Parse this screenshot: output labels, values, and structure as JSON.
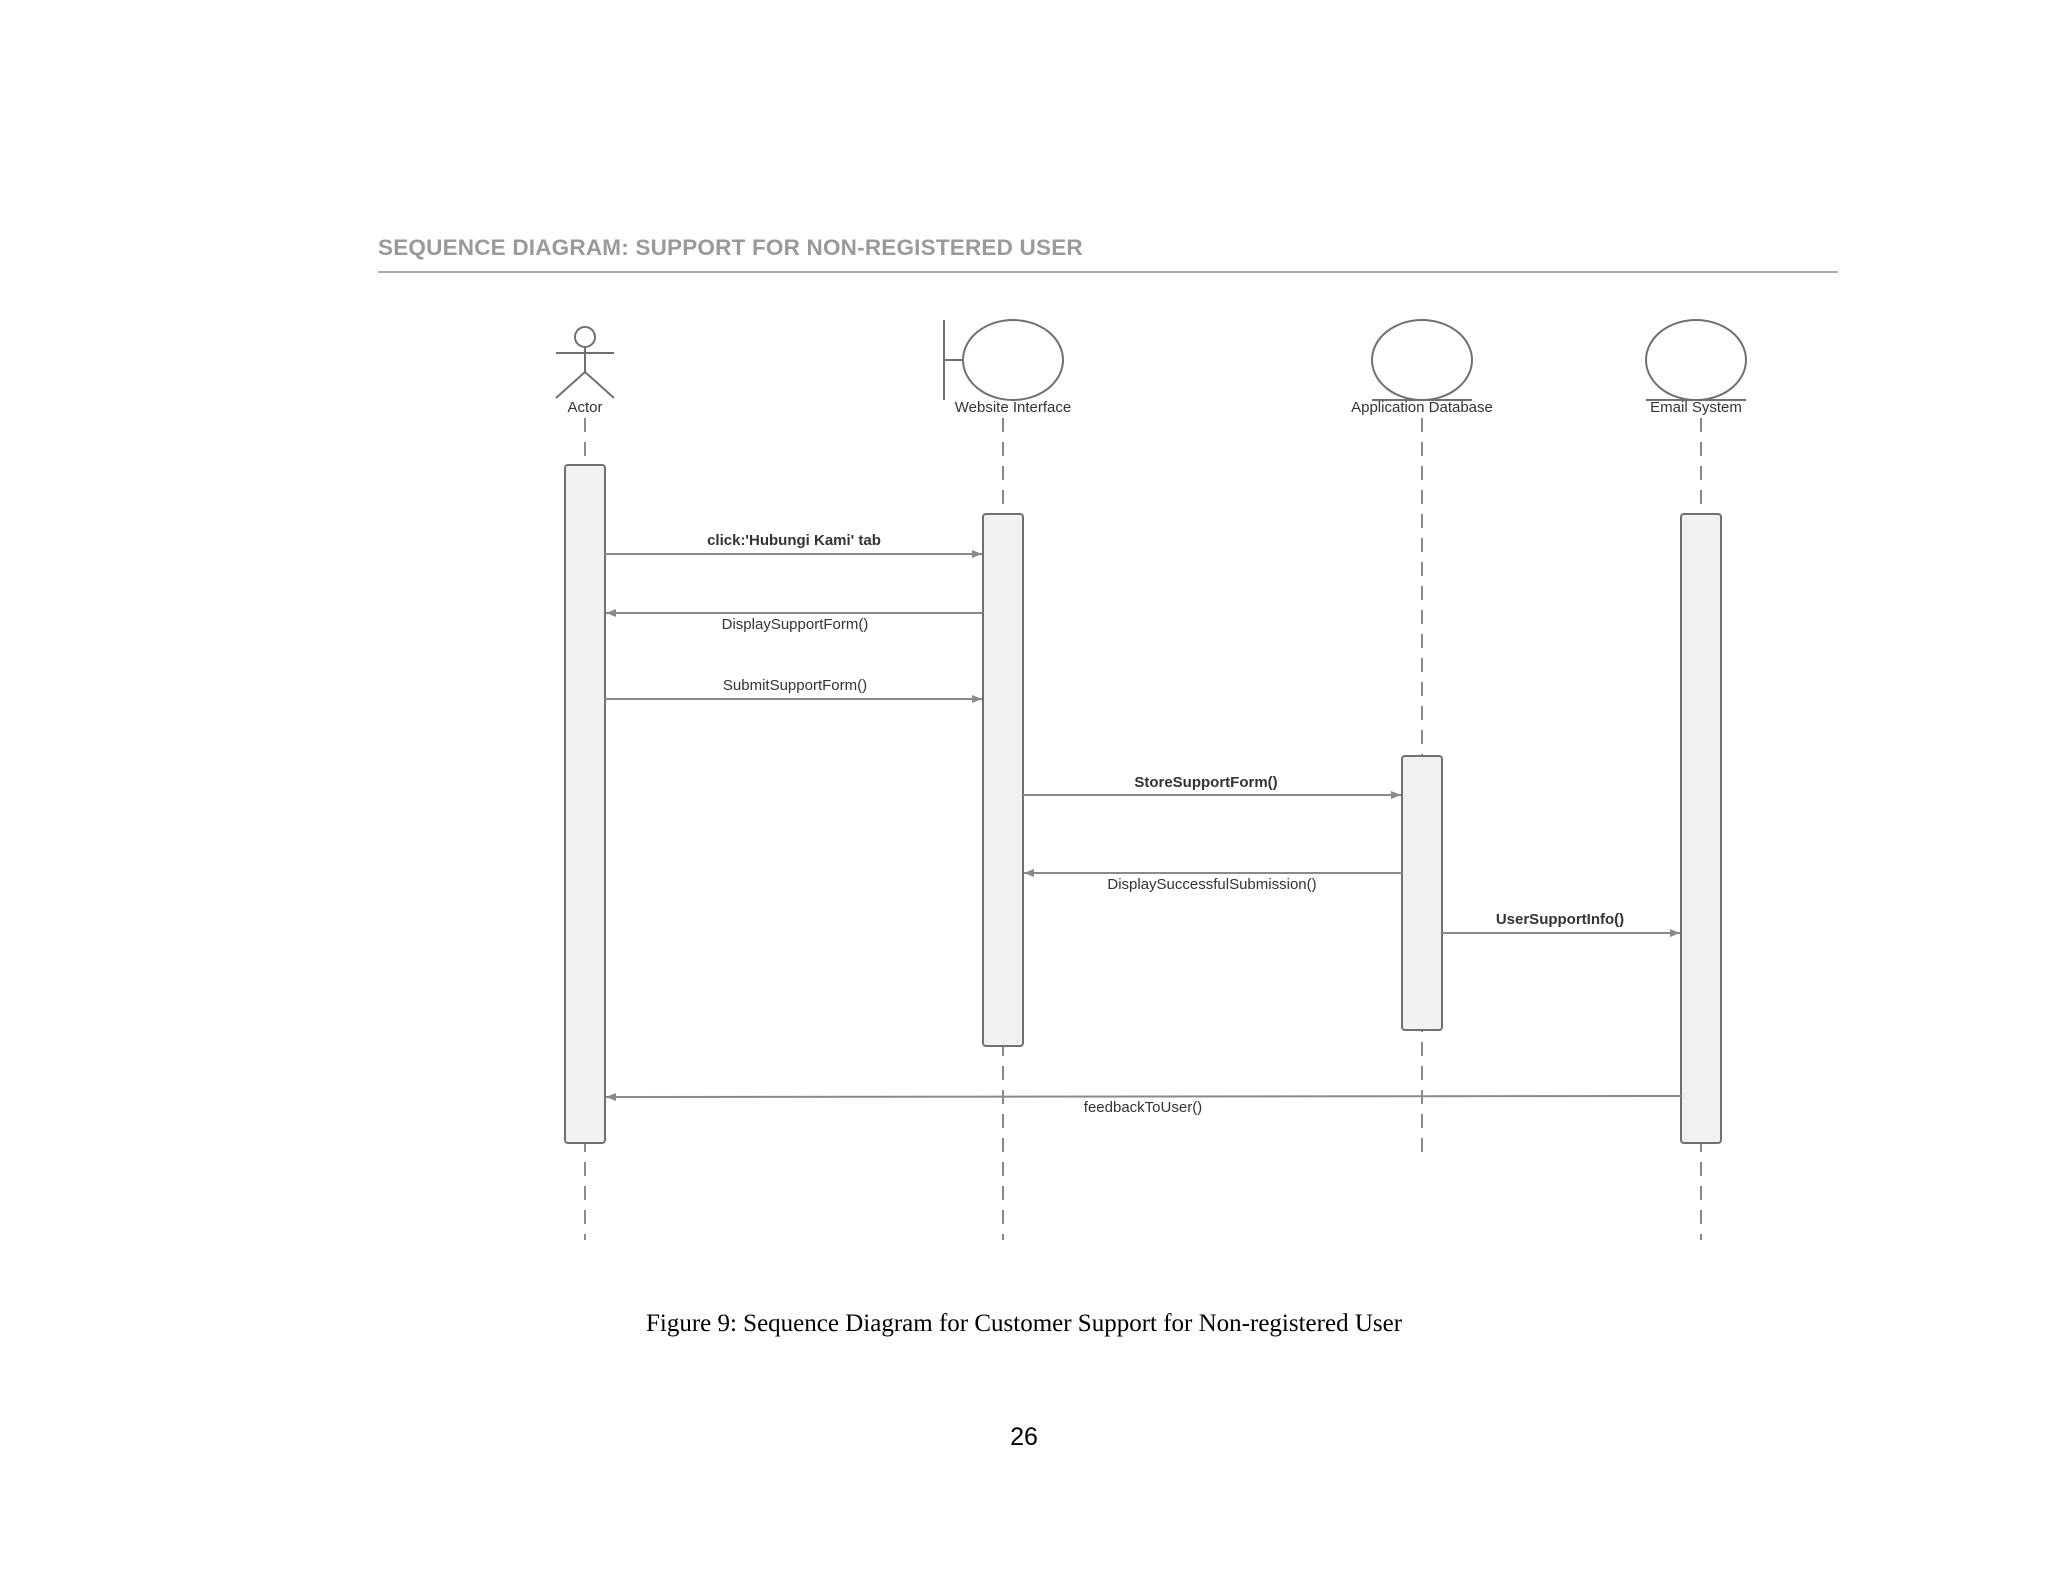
{
  "title": "SEQUENCE DIAGRAM: SUPPORT FOR NON-REGISTERED USER",
  "lifelines": [
    {
      "id": "actor",
      "label": "Actor",
      "kind": "actor"
    },
    {
      "id": "web",
      "label": "Website Interface",
      "kind": "boundary"
    },
    {
      "id": "db",
      "label": "Application Database",
      "kind": "entity"
    },
    {
      "id": "email",
      "label": "Email System",
      "kind": "entity"
    }
  ],
  "messages": [
    {
      "label": "click:'Hubungi Kami' tab",
      "from": "actor",
      "to": "web",
      "bold": true
    },
    {
      "label": "DisplaySupportForm()",
      "from": "web",
      "to": "actor",
      "bold": false
    },
    {
      "label": "SubmitSupportForm()",
      "from": "actor",
      "to": "web",
      "bold": false
    },
    {
      "label": "StoreSupportForm()",
      "from": "web",
      "to": "db",
      "bold": true
    },
    {
      "label": "DisplaySuccessfulSubmission()",
      "from": "db",
      "to": "web",
      "bold": false
    },
    {
      "label": "UserSupportInfo()",
      "from": "db",
      "to": "email",
      "bold": true
    },
    {
      "label": "feedbackToUser()",
      "from": "email",
      "to": "actor",
      "bold": false
    }
  ],
  "caption": "Figure 9: Sequence Diagram for Customer Support for Non-registered User",
  "page_number": "26",
  "colors": {
    "line": "#8a8a8a",
    "activation_fill": "#f1f1f1",
    "activation_stroke": "#707070",
    "title": "#9a9a9a",
    "text": "#333333"
  }
}
